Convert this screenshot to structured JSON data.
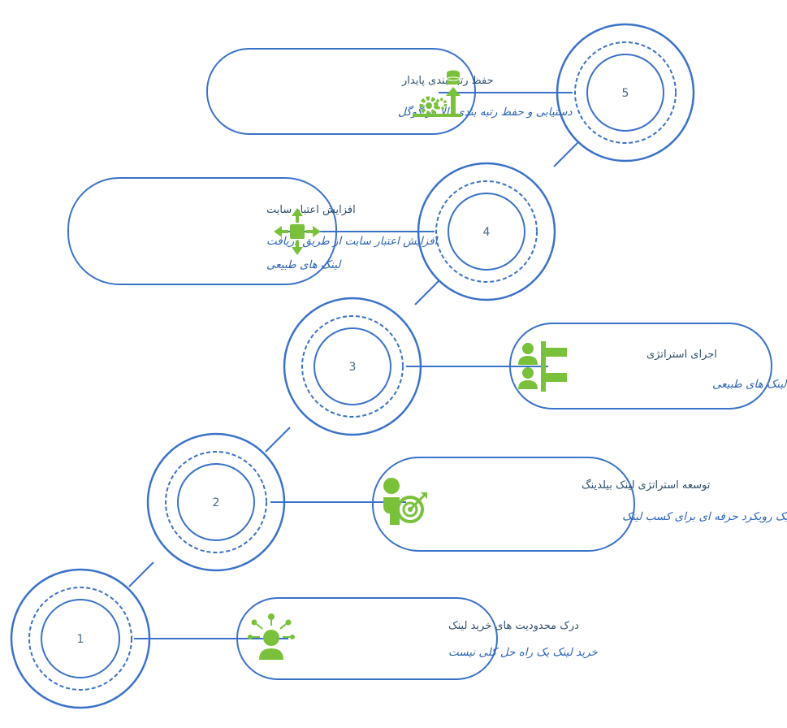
{
  "steps": [
    {
      "number": "1",
      "title": "درک محدودیت های خرید لینک",
      "desc": "خرید لینک یک راه حل کلی نیست",
      "icon": "idea-person-icon"
    },
    {
      "number": "2",
      "title": "توسعه استراتژی لینک بیلدینگ",
      "desc": "ایجاد یک رویکرد حرفه ای برای کسب لینک",
      "icon": "target-person-icon"
    },
    {
      "number": "3",
      "title": "اجرای استراتژی",
      "desc": "استراتژی جذب لینک های طبیعی",
      "icon": "team-flags-icon"
    },
    {
      "number": "4",
      "title": "افزایش اعتبار سایت",
      "desc_line1": "افزایش اعتبار سایت از طریق دریافت",
      "desc_line2": "لینک های طبیعی",
      "icon": "expand-arrows-icon"
    },
    {
      "number": "5",
      "title": "حفظ رتبه بندی پایدار",
      "desc": "دستیابی و حفظ رتبه بندی بالا در گوگل",
      "icon": "growth-gears-icon"
    }
  ],
  "colors": {
    "line": "#3a72c9",
    "icon": "#79c13a",
    "title": "#2f4f6f",
    "desc": "#2c64b8"
  }
}
